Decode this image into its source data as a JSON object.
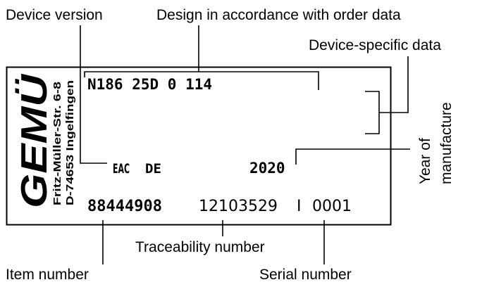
{
  "callouts": {
    "device_version": "Device version",
    "design_order_data": "Design in accordance with order data",
    "device_specific_data": "Device-specific data",
    "year_of_manufacture_line1": "Year of",
    "year_of_manufacture_line2": "manufacture",
    "traceability_number": "Traceability number",
    "item_number": "Item number",
    "serial_number": "Serial number"
  },
  "plate": {
    "logo": "GEMÜ",
    "address_line1": "Fritz-Müller-Str. 6-8",
    "address_line2": "D-74653 Ingelfingen",
    "order_code": "N186 25D 0 114",
    "eac_mark": "EAC",
    "country": "DE",
    "year": "2020",
    "item_number": "88444908",
    "traceability_number": "12103529",
    "separator": "I",
    "serial_number": "0001"
  }
}
